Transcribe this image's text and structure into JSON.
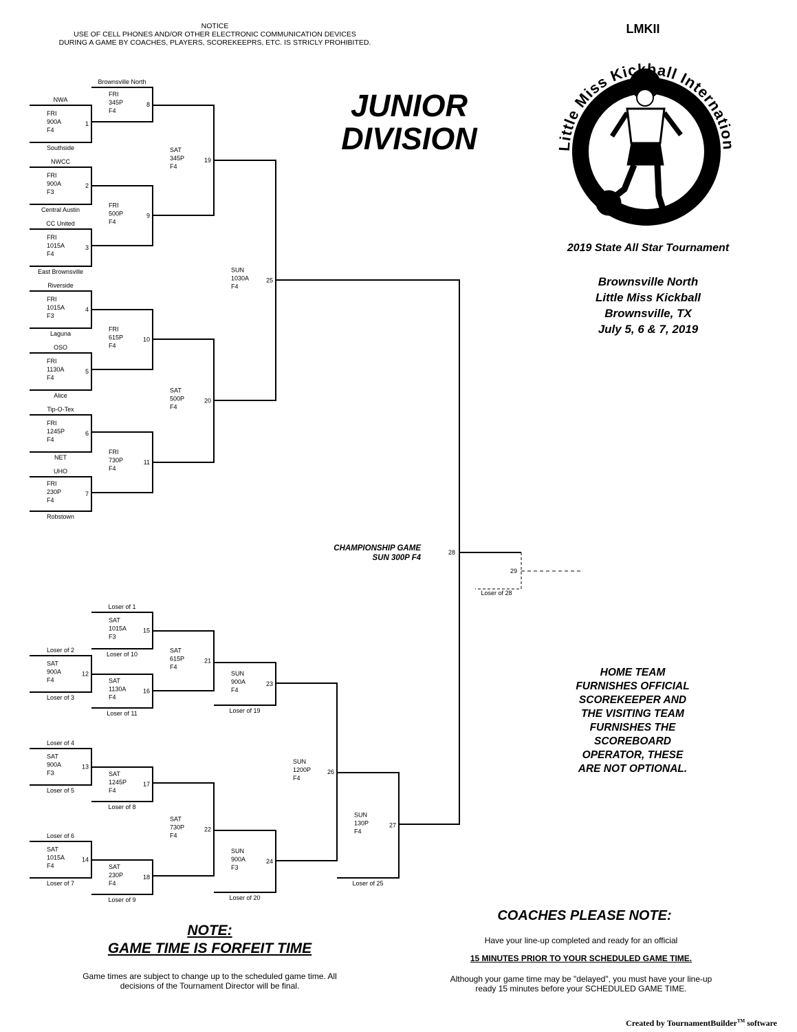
{
  "notice": {
    "lines": [
      "NOTICE",
      "USE OF CELL PHONES AND/OR OTHER ELECTRONIC COMMUNICATION DEVICES",
      "DURING A GAME BY COACHES, PLAYERS, SCOREKEEPRS, ETC. IS STRICLY PROHIBITED."
    ]
  },
  "title": {
    "line1": "JUNIOR",
    "line2": "DIVISION"
  },
  "org": {
    "abbr": "LMKII",
    "seal_text": "Little Miss Kickball International, Inc.",
    "seal_colors": {
      "ink": "#000000",
      "paper": "#ffffff"
    }
  },
  "tournament": {
    "name": "2019 State All Star Tournament",
    "host_lines": [
      "Brownsville North",
      "Little Miss Kickball",
      "Brownsville, TX",
      "July 5, 6 & 7, 2019"
    ]
  },
  "home_team_notice": [
    "HOME TEAM",
    "FURNISHES OFFICIAL",
    "SCOREKEEPER AND",
    "THE VISITING TEAM",
    "FURNISHES THE",
    "SCOREBOARD",
    "OPERATOR, THESE",
    "ARE NOT OPTIONAL."
  ],
  "note": {
    "heading1": "NOTE:",
    "heading2": "GAME TIME IS FORFEIT TIME",
    "text_lines": [
      "Game times are subject to change up to the scheduled game time.  All",
      "decisions of the Tournament Director will be final."
    ]
  },
  "coaches": {
    "heading": "COACHES PLEASE NOTE:",
    "line1": "Have your line-up completed and ready for an official",
    "line2": "15 MINUTES PRIOR TO YOUR SCHEDULED GAME TIME.",
    "line3_lines": [
      "Although your game time may be \"delayed\", you must have your line-up",
      "ready 15 minutes before your SCHEDULED GAME TIME."
    ]
  },
  "credit": {
    "text": "Created by TournamentBuilder",
    "tm": "TM",
    "suffix": " software"
  },
  "championship": {
    "line1": "CHAMPIONSHIP GAME",
    "line2": "SUN 300P F4"
  },
  "games": [
    {
      "num": "1",
      "info": [
        "FRI",
        "900A",
        "F4"
      ],
      "top": "NWA",
      "bottom": "Southside"
    },
    {
      "num": "2",
      "info": [
        "FRI",
        "900A",
        "F3"
      ],
      "top": "NWCC",
      "bottom": "Central Austin"
    },
    {
      "num": "3",
      "info": [
        "FRI",
        "1015A",
        "F4"
      ],
      "top": "CC United",
      "bottom": "East Brownsville"
    },
    {
      "num": "4",
      "info": [
        "FRI",
        "1015A",
        "F3"
      ],
      "top": "Riverside",
      "bottom": "Laguna"
    },
    {
      "num": "5",
      "info": [
        "FRI",
        "1130A",
        "F4"
      ],
      "top": "OSO",
      "bottom": "Alice"
    },
    {
      "num": "6",
      "info": [
        "FRI",
        "1245P",
        "F4"
      ],
      "top": "Tip-O-Tex",
      "bottom": "NET"
    },
    {
      "num": "7",
      "info": [
        "FRI",
        "230P",
        "F4"
      ],
      "top": "UHO",
      "bottom": "Robstown"
    },
    {
      "num": "8",
      "info": [
        "FRI",
        "345P",
        "F4"
      ],
      "top": "Brownsville North",
      "bottom": ""
    },
    {
      "num": "9",
      "info": [
        "FRI",
        "500P",
        "F4"
      ],
      "top": "",
      "bottom": ""
    },
    {
      "num": "10",
      "info": [
        "FRI",
        "615P",
        "F4"
      ],
      "top": "",
      "bottom": ""
    },
    {
      "num": "11",
      "info": [
        "FRI",
        "730P",
        "F4"
      ],
      "top": "",
      "bottom": ""
    },
    {
      "num": "19",
      "info": [
        "SAT",
        "345P",
        "F4"
      ],
      "top": "",
      "bottom": ""
    },
    {
      "num": "20",
      "info": [
        "SAT",
        "500P",
        "F4"
      ],
      "top": "",
      "bottom": ""
    },
    {
      "num": "25",
      "info": [
        "SUN",
        "1030A",
        "F4"
      ],
      "top": "",
      "bottom": ""
    },
    {
      "num": "28",
      "info": [],
      "top": "",
      "bottom": ""
    },
    {
      "num": "29",
      "info": [],
      "top": "",
      "bottom": "Loser of 28"
    },
    {
      "num": "15",
      "info": [
        "SAT",
        "1015A",
        "F3"
      ],
      "top": "Loser of 1",
      "bottom": "Loser of 10"
    },
    {
      "num": "12",
      "info": [
        "SAT",
        "900A",
        "F4"
      ],
      "top": "Loser of 2",
      "bottom": "Loser of 3"
    },
    {
      "num": "16",
      "info": [
        "SAT",
        "1130A",
        "F4"
      ],
      "top": "",
      "bottom": "Loser of 11"
    },
    {
      "num": "21",
      "info": [
        "SAT",
        "615P",
        "F4"
      ],
      "top": "",
      "bottom": ""
    },
    {
      "num": "23",
      "info": [
        "SUN",
        "900A",
        "F4"
      ],
      "top": "",
      "bottom": "Loser of 19"
    },
    {
      "num": "13",
      "info": [
        "SAT",
        "900A",
        "F3"
      ],
      "top": "Loser of 4",
      "bottom": "Loser of 5"
    },
    {
      "num": "17",
      "info": [
        "SAT",
        "1245P",
        "F4"
      ],
      "top": "",
      "bottom": "Loser of 8"
    },
    {
      "num": "14",
      "info": [
        "SAT",
        "1015A",
        "F4"
      ],
      "top": "Loser of 6",
      "bottom": "Loser of 7"
    },
    {
      "num": "18",
      "info": [
        "SAT",
        "230P",
        "F4"
      ],
      "top": "",
      "bottom": "Loser of 9"
    },
    {
      "num": "22",
      "info": [
        "SAT",
        "730P",
        "F4"
      ],
      "top": "",
      "bottom": ""
    },
    {
      "num": "24",
      "info": [
        "SUN",
        "900A",
        "F3"
      ],
      "top": "",
      "bottom": "Loser of 20"
    },
    {
      "num": "26",
      "info": [
        "SUN",
        "1200P",
        "F4"
      ],
      "top": "",
      "bottom": ""
    },
    {
      "num": "27",
      "info": [
        "SUN",
        "130P",
        "F4"
      ],
      "top": "",
      "bottom": "Loser of 25"
    }
  ]
}
